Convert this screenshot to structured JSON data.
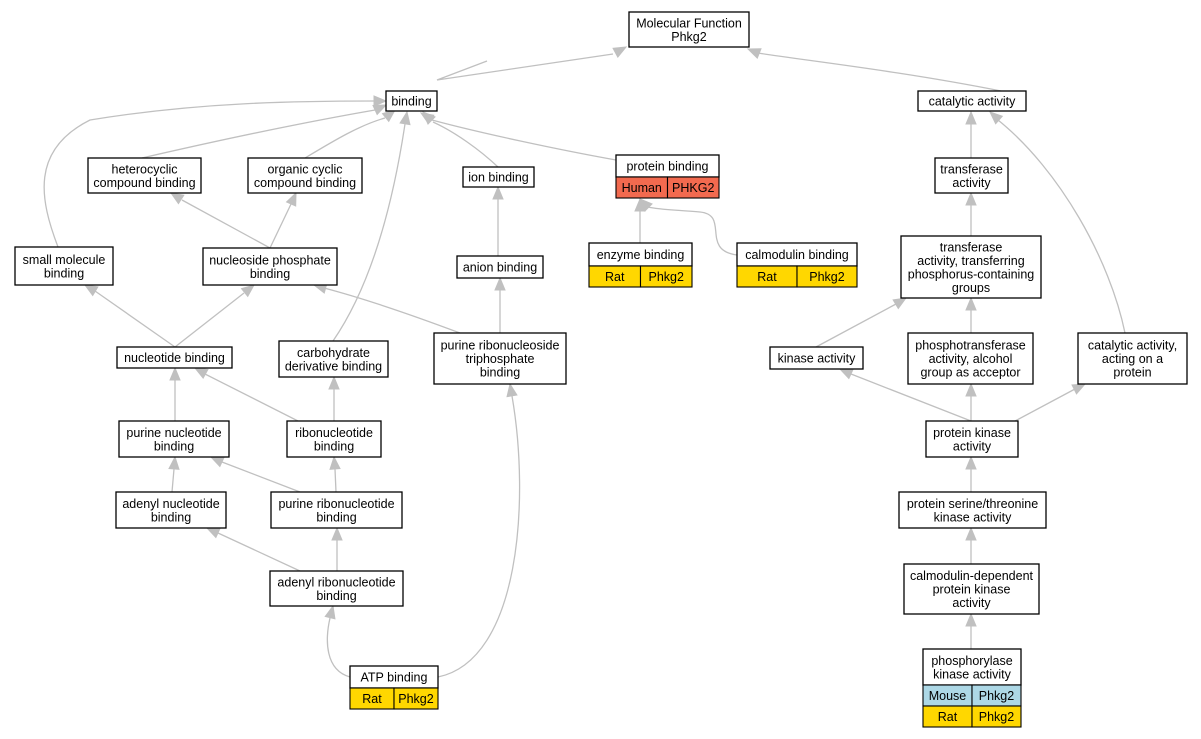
{
  "colors": {
    "edge": "#c0c0c0",
    "human": "#f26a4f",
    "rat": "#ffd700",
    "mouse": "#add8e6"
  },
  "nodes": {
    "mf": {
      "lines": [
        "Molecular Function",
        "Phkg2"
      ]
    },
    "binding": {
      "lines": [
        "binding"
      ]
    },
    "catalytic": {
      "lines": [
        "catalytic activity"
      ]
    },
    "heterocyclic": {
      "lines": [
        "heterocyclic",
        "compound binding"
      ]
    },
    "organic": {
      "lines": [
        "organic cyclic",
        "compound binding"
      ]
    },
    "ion": {
      "lines": [
        "ion binding"
      ]
    },
    "protein_binding": {
      "lines": [
        "protein binding"
      ],
      "cells": [
        [
          "Human",
          "PHKG2"
        ]
      ]
    },
    "transferase": {
      "lines": [
        "transferase",
        "activity"
      ]
    },
    "small_molecule": {
      "lines": [
        "small molecule",
        "binding"
      ]
    },
    "nucleoside_phosphate": {
      "lines": [
        "nucleoside phosphate",
        "binding"
      ]
    },
    "anion": {
      "lines": [
        "anion binding"
      ]
    },
    "enzyme": {
      "lines": [
        "enzyme binding"
      ],
      "cells": [
        [
          "Rat",
          "Phkg2"
        ]
      ]
    },
    "calmodulin": {
      "lines": [
        "calmodulin binding"
      ],
      "cells": [
        [
          "Rat",
          "Phkg2"
        ]
      ]
    },
    "transferase_p": {
      "lines": [
        "transferase",
        "activity, transferring",
        "phosphorus-containing",
        "groups"
      ]
    },
    "nucleotide": {
      "lines": [
        "nucleotide binding"
      ]
    },
    "carbohydrate": {
      "lines": [
        "carbohydrate",
        "derivative binding"
      ]
    },
    "purine_rnt": {
      "lines": [
        "purine ribonucleoside",
        "triphosphate",
        "binding"
      ]
    },
    "kinase": {
      "lines": [
        "kinase activity"
      ]
    },
    "phosphotransferase": {
      "lines": [
        "phosphotransferase",
        "activity, alcohol",
        "group as acceptor"
      ]
    },
    "catalytic_protein": {
      "lines": [
        "catalytic activity,",
        "acting on a",
        "protein"
      ]
    },
    "purine_nt": {
      "lines": [
        "purine nucleotide",
        "binding"
      ]
    },
    "ribonucleotide": {
      "lines": [
        "ribonucleotide",
        "binding"
      ]
    },
    "protein_kinase": {
      "lines": [
        "protein kinase",
        "activity"
      ]
    },
    "adenyl_nt": {
      "lines": [
        "adenyl nucleotide",
        "binding"
      ]
    },
    "purine_ribont": {
      "lines": [
        "purine ribonucleotide",
        "binding"
      ]
    },
    "ser_thr": {
      "lines": [
        "protein serine/threonine",
        "kinase activity"
      ]
    },
    "adenyl_ribont": {
      "lines": [
        "adenyl ribonucleotide",
        "binding"
      ]
    },
    "cam_dep": {
      "lines": [
        "calmodulin-dependent",
        "protein kinase",
        "activity"
      ]
    },
    "atp": {
      "lines": [
        "ATP binding"
      ],
      "cells": [
        [
          "Rat",
          "Phkg2"
        ]
      ]
    },
    "phosphorylase": {
      "lines": [
        "phosphorylase",
        "kinase activity"
      ],
      "cells": [
        [
          "Mouse",
          "Phkg2"
        ],
        [
          "Rat",
          "Phkg2"
        ]
      ]
    }
  }
}
